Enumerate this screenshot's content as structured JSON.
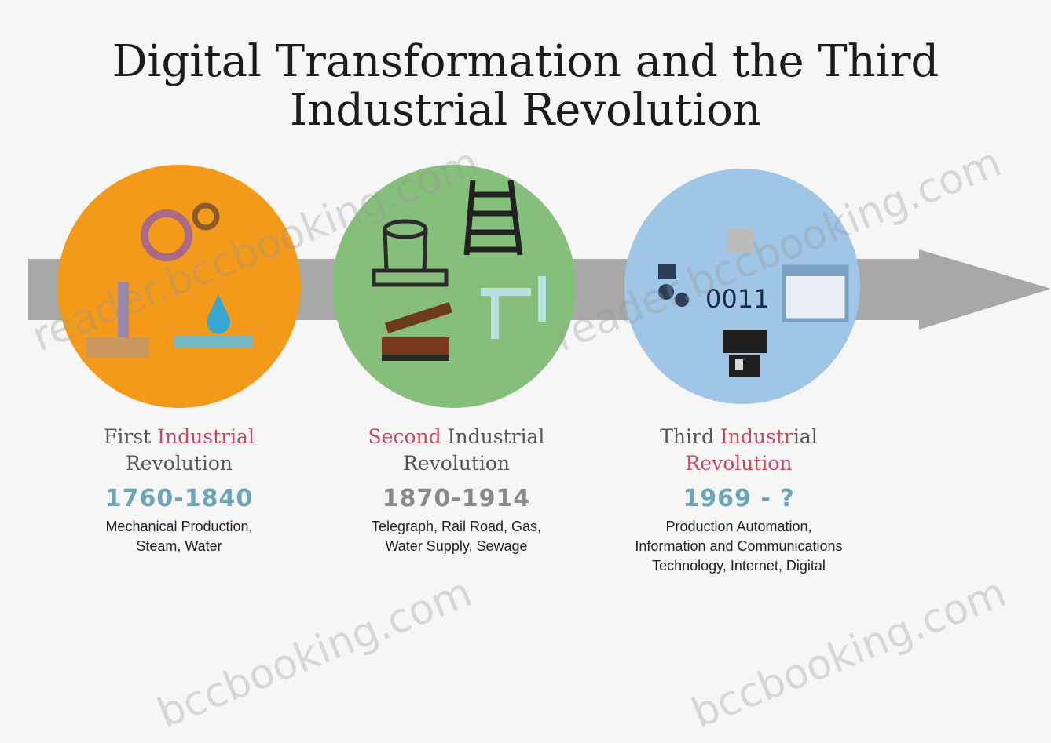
{
  "title_line1": "Digital Transformation and the Third",
  "title_line2": "Industrial Revolution",
  "eras": [
    {
      "title_a": "First ",
      "title_hl": "Industrial",
      "title_b": "",
      "title_line2": "Revolution",
      "years": "1760-1840",
      "years_color": "#6aa6b7",
      "desc_line1": "Mechanical Production,",
      "desc_line2": "Steam, Water",
      "desc_line3": "",
      "circle_color": "#f39a1a"
    },
    {
      "title_a": "Second ",
      "title_hl": "Industrial",
      "title_b": "",
      "title_line2": "Revolution",
      "years": "1870-1914",
      "years_color": "#8a8a8a",
      "desc_line1": "Telegraph, Rail Road, Gas,",
      "desc_line2": "Water Supply, Sewage",
      "desc_line3": "",
      "circle_color": "#86bf7b"
    },
    {
      "title_a": "Third ",
      "title_hl": "Industr",
      "title_b": "ial",
      "title_line2": "Revolution",
      "years": "1969 - ?",
      "years_color": "#6aa6b7",
      "desc_line1": "Production Automation,",
      "desc_line2": "Information and Communications",
      "desc_line3": "Technology, Internet, Digital",
      "circle_color": "#9fc6e6",
      "binary_text": "0011"
    }
  ],
  "watermarks": [
    "reader.bccbooking.com",
    "reader.bccbooking.com",
    "bccbooking.com",
    "bccbooking.com"
  ],
  "colors": {
    "arrow": "#a8a8a8",
    "highlight": "#c24a62"
  }
}
